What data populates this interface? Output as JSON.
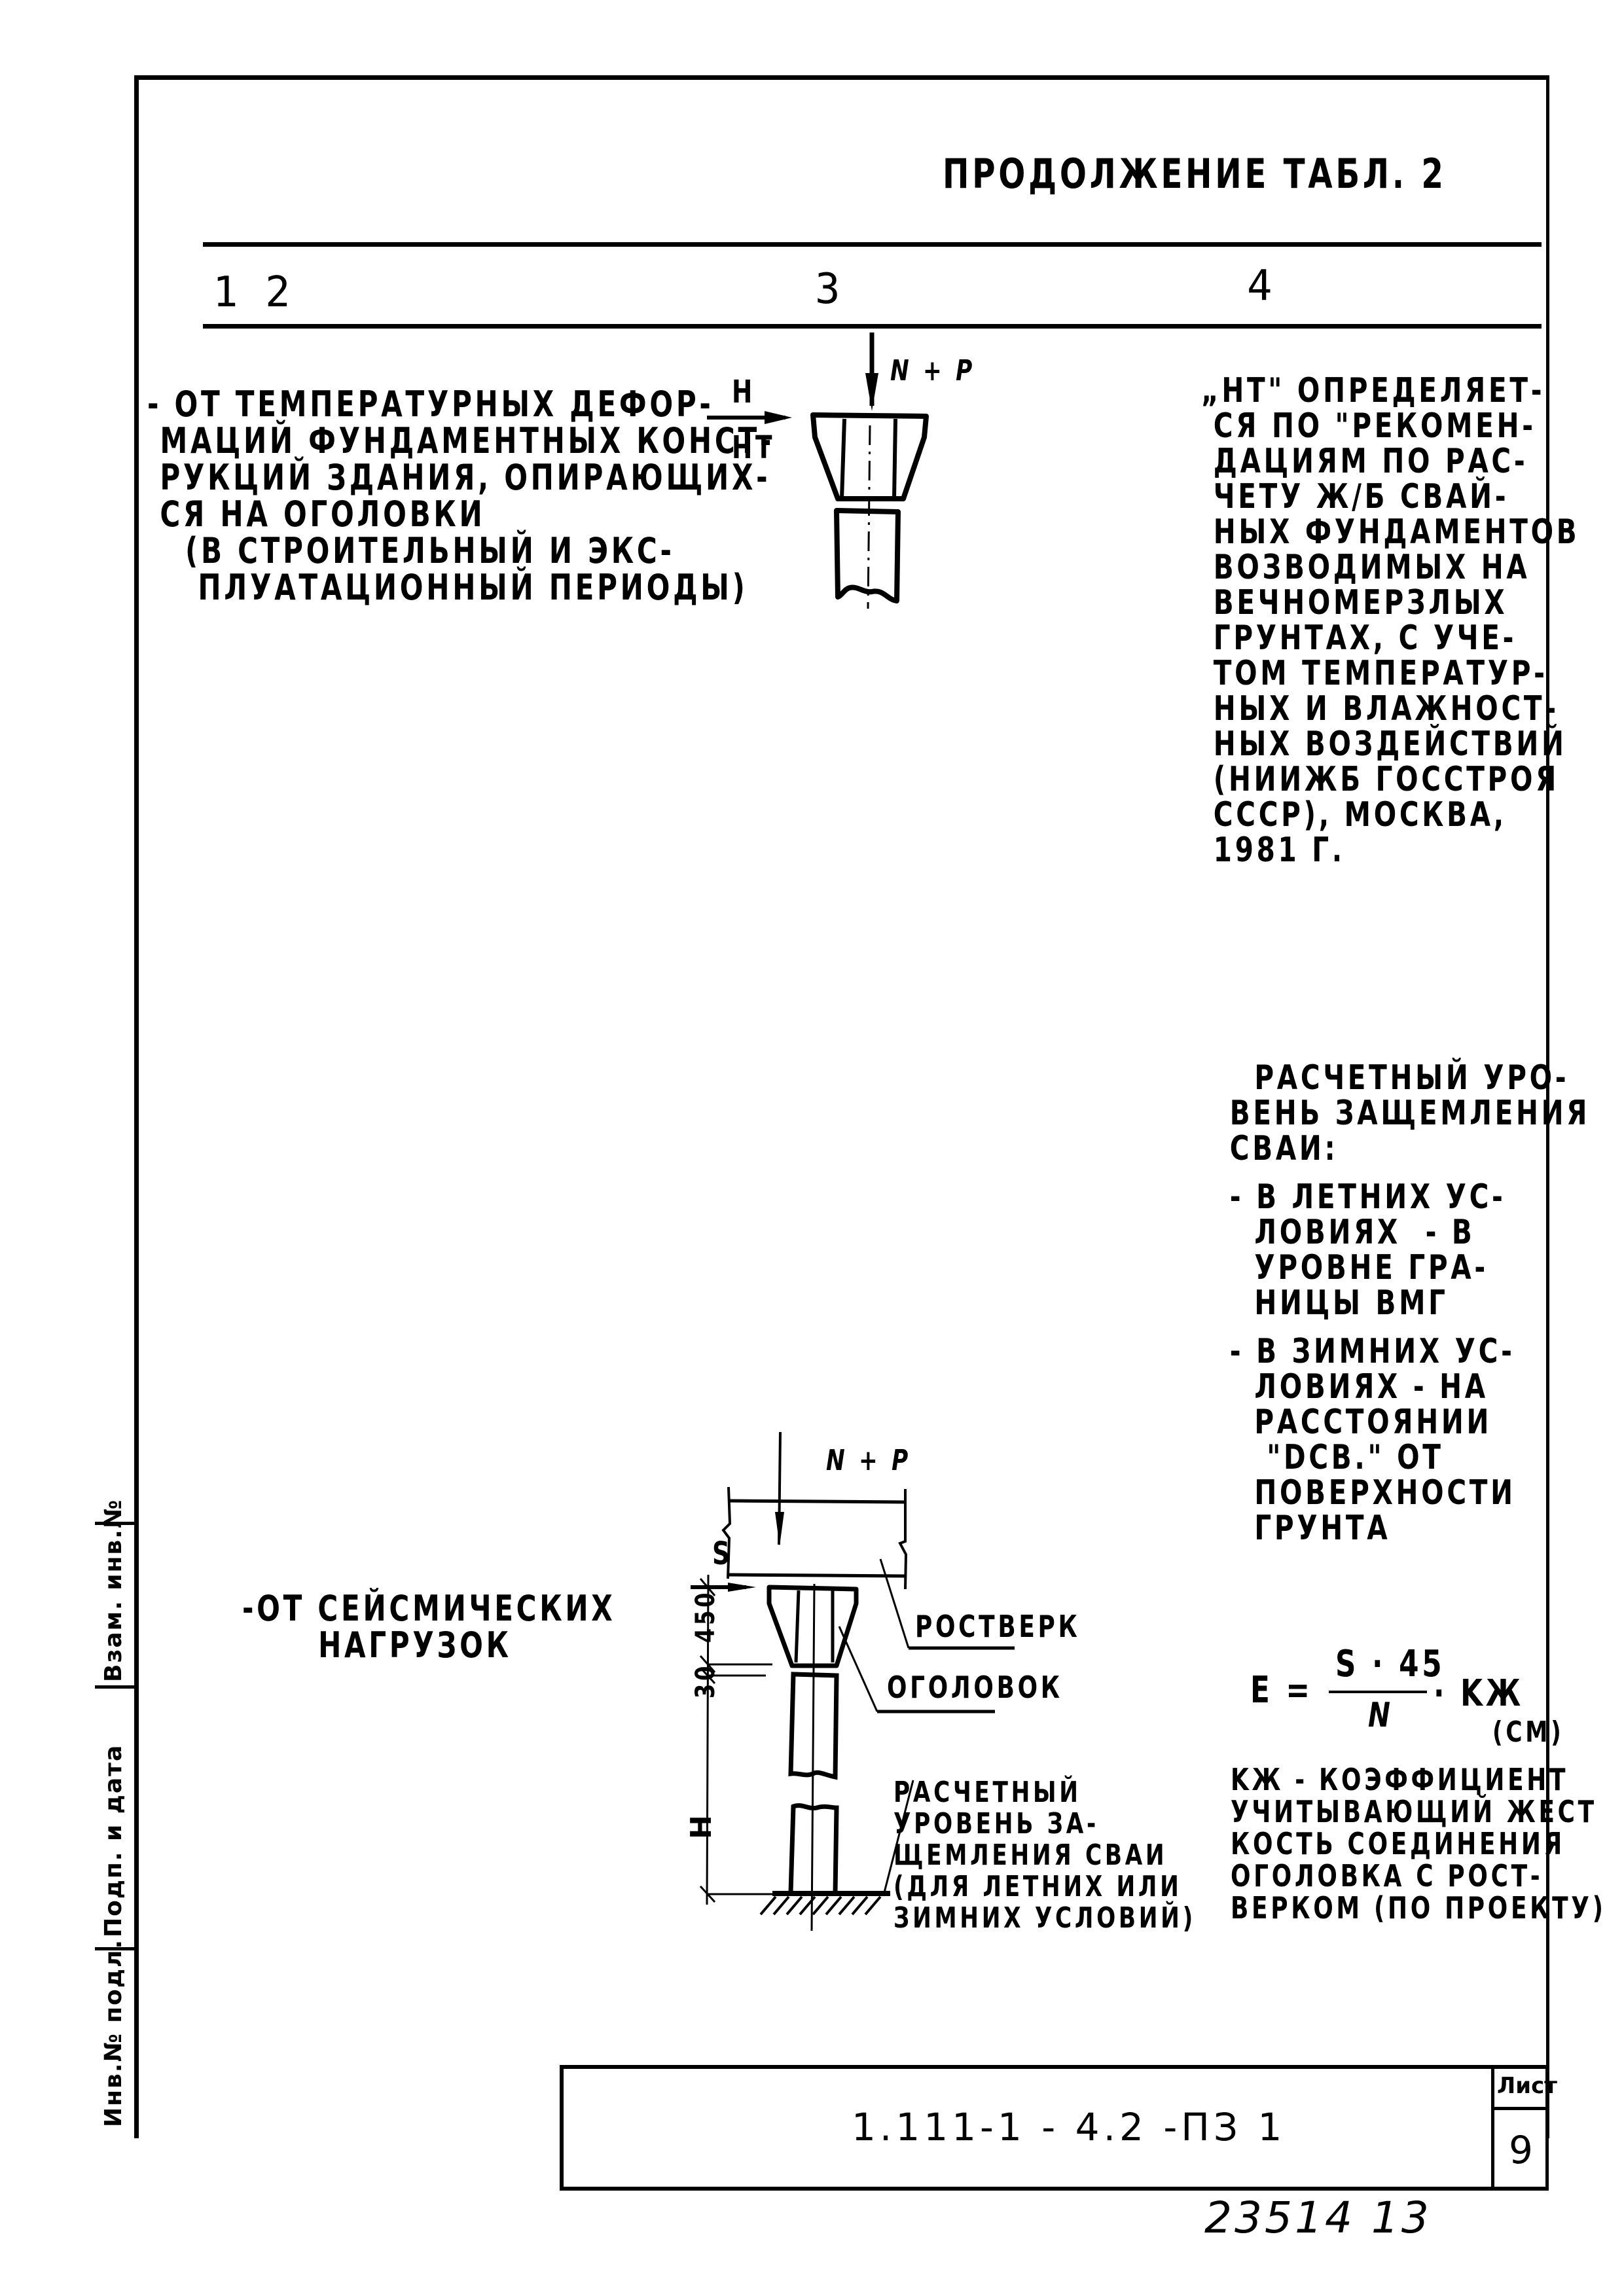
{
  "header": {
    "caption": "Продолжение табл. 2"
  },
  "table": {
    "columns": [
      "1",
      "2",
      "3",
      "4"
    ],
    "rows": [
      {
        "col2": "- от температурных деформаций фундаментных конструкций здания, опирающихся на оголовки\n(в строительный и эксплуатационный периоды)",
        "col2_lines": [
          "- от температурных дефор-",
          " маций фундаментных конст-",
          " рукций здания, опирающих-",
          " ся на оголовки",
          "   (в строительный и экс-",
          "    плуатационный периоды)"
        ],
        "diagram": {
          "force_vertical": "N + P",
          "force_horizontal_top": "H",
          "force_horizontal_bottom": "Ht"
        },
        "col4_lines": [
          "„Ht\" определяет-",
          " ся по \"Рекомен-",
          " дациям по рас-",
          " чету ж/б свай-",
          " ных фундаментов",
          " возводимых на",
          " вечномерзлых",
          " грунтах, с уче-",
          " том температур-",
          " ных и влажност-",
          " ных воздействий",
          " (НИИЖБ Госстроя",
          " СССР), Москва,",
          " 1981 г."
        ]
      },
      {
        "col2_lines": [
          "-от сейсмических",
          "      нагрузок"
        ],
        "diagram": {
          "force_vertical": "N + P",
          "force_horizontal": "S",
          "dim_top": "450",
          "dim_gap": "30",
          "dim_height": "h",
          "label_grillage": "Ростверк",
          "label_pile_cap": "Оголовок",
          "label_fixity_lines": [
            "Расчетный",
            "уровень за-",
            "щемления сваи",
            "(для летних или",
            "зимних условий)"
          ]
        },
        "col4_lines": [
          "   Расчетный уро-",
          " вень защемления",
          " сваи:",
          "",
          " - в летних ус-",
          "   ловиях  - в",
          "   уровне гра-",
          "   ницы ВМГ",
          "",
          " - в зимних ус-",
          "   ловиях - на",
          "   расстоянии",
          "    \"dсв.\" от",
          "   поверхности",
          "   грунта"
        ],
        "formula": {
          "lhs": "e =",
          "numerator": "S · 45",
          "denominator": "N",
          "multiplier": "· Kж",
          "unit": "(см)"
        },
        "formula_note_lines": [
          "Kж - коэффициент",
          "учитывающий жест",
          "кость соединения",
          "оголовка с рост-",
          "верком (по проекту)"
        ]
      }
    ]
  },
  "side_strip": {
    "labels": [
      "Инв.№ подл.",
      "Подп. и дата",
      "Взам. инв.№"
    ]
  },
  "stamp": {
    "code": "1.111-1 - 4.2   -ПЗ 1",
    "sheet_label": "Лист",
    "sheet_number": "9"
  },
  "footer_handwritten": "23514   13"
}
